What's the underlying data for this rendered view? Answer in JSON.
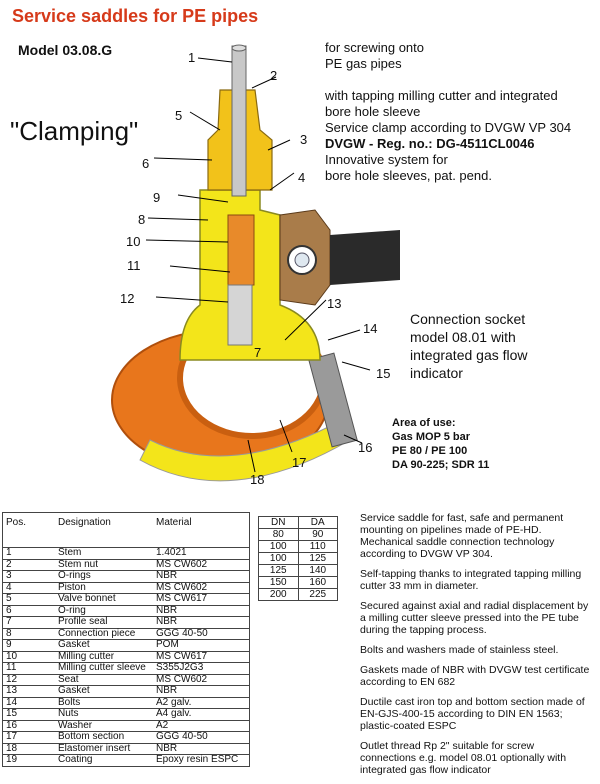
{
  "header": {
    "title": "Service saddles for PE pipes",
    "model": "Model 03.08.G",
    "variant": "\"Clamping\""
  },
  "description_lines": [
    {
      "text": "for screwing onto",
      "bold": false
    },
    {
      "text": "PE gas pipes",
      "bold": false
    },
    {
      "text": "",
      "bold": false
    },
    {
      "text": "with tapping milling cutter and integrated",
      "bold": false
    },
    {
      "text": "bore hole sleeve",
      "bold": false
    },
    {
      "text": "Service clamp according to DVGW VP 304",
      "bold": false
    },
    {
      "text": "DVGW - Reg. no.: DG-4511CL0046",
      "bold": true
    },
    {
      "text": "Innovative system for",
      "bold": false
    },
    {
      "text": "bore hole sleeves, pat. pend.",
      "bold": false
    }
  ],
  "socket_callout": [
    "Connection socket",
    "model 08.01 with",
    "integrated gas flow",
    "indicator"
  ],
  "area_of_use": [
    "Area of use:",
    "Gas MOP 5 bar",
    "PE 80 / PE 100",
    "DA 90-225; SDR 11"
  ],
  "drawing_labels": [
    "1",
    "2",
    "3",
    "4",
    "5",
    "6",
    "7",
    "8",
    "9",
    "10",
    "11",
    "12",
    "13",
    "14",
    "15",
    "16",
    "17",
    "18"
  ],
  "colors": {
    "title": "#d63a1a",
    "body_yellow": "#f3e51a",
    "pipe_orange": "#e8761c",
    "gray": "#9a9a9a"
  },
  "parts_table": {
    "headers": [
      "Pos.",
      "Designation",
      "Material"
    ],
    "rows": [
      [
        "1",
        "Stem",
        "1.4021"
      ],
      [
        "2",
        "Stem nut",
        "MS CW602"
      ],
      [
        "3",
        "O-rings",
        "NBR"
      ],
      [
        "4",
        "Piston",
        "MS CW602"
      ],
      [
        "5",
        "Valve bonnet",
        "MS CW617"
      ],
      [
        "6",
        "O-ring",
        "NBR"
      ],
      [
        "7",
        "Profile seal",
        "NBR"
      ],
      [
        "8",
        "Connection piece",
        "GGG 40-50"
      ],
      [
        "9",
        "Gasket",
        "POM"
      ],
      [
        "10",
        "Milling cutter",
        "MS CW617"
      ],
      [
        "11",
        "Milling cutter sleeve",
        "S355J2G3"
      ],
      [
        "12",
        "Seat",
        "MS CW602"
      ],
      [
        "13",
        "Gasket",
        "NBR"
      ],
      [
        "14",
        "Bolts",
        "A2 galv."
      ],
      [
        "15",
        "Nuts",
        "A4 galv."
      ],
      [
        "16",
        "Washer",
        "A2"
      ],
      [
        "17",
        "Bottom section",
        "GGG 40-50"
      ],
      [
        "18",
        "Elastomer insert",
        "NBR"
      ],
      [
        "19",
        "Coating",
        "Epoxy resin ESPC"
      ]
    ]
  },
  "dn_da_table": {
    "headers": [
      "DN",
      "DA"
    ],
    "rows": [
      [
        "80",
        "90"
      ],
      [
        "100",
        "110"
      ],
      [
        "100",
        "125"
      ],
      [
        "125",
        "140"
      ],
      [
        "150",
        "160"
      ],
      [
        "200",
        "225"
      ]
    ]
  },
  "notes": [
    "Service saddle for fast, safe and permanent mounting on pipelines made of PE-HD. Mechanical saddle connection technology according to DVGW VP 304.",
    "Self-tapping thanks to integrated tapping milling cutter 33 mm in diameter.",
    "Secured against axial and radial displacement by a milling cutter sleeve pressed into the PE tube during the tapping process.",
    "Bolts and washers made of stainless steel.",
    "Gaskets made of NBR with DVGW test certificate according to EN 682",
    "Ductile cast iron top and bottom section made of EN-GJS-400-15 according to DIN EN 1563; plastic-coated ESPC",
    "Outlet thread Rp 2\" suitable for screw connections e.g. model 08.01 optionally with integrated gas flow indicator"
  ]
}
